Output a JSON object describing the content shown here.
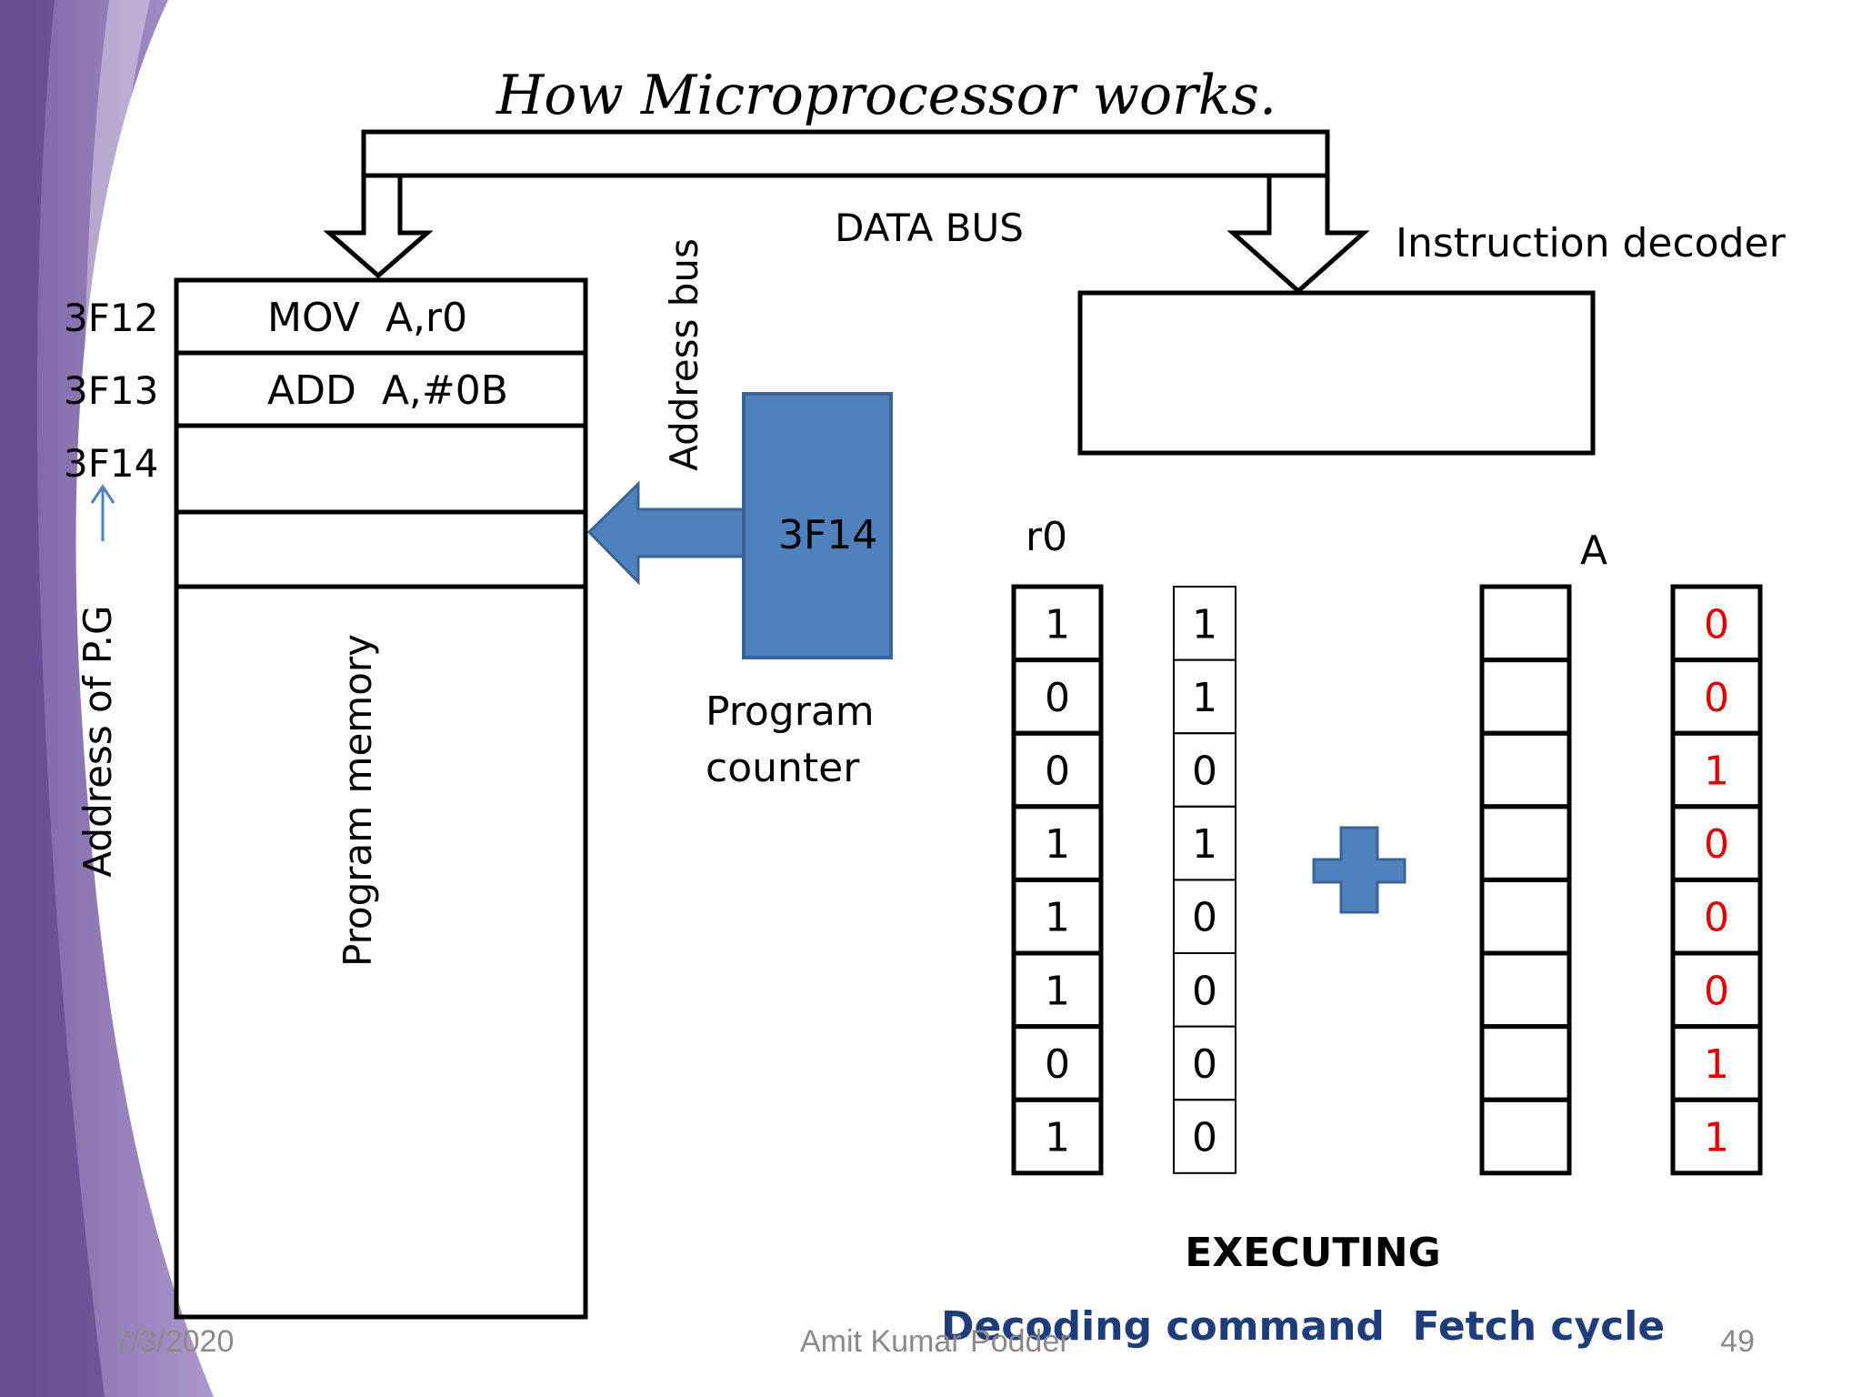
{
  "title": "How Microprocessor works.",
  "labels": {
    "data_bus": "DATA BUS",
    "instruction_decoder": "Instruction decoder",
    "address_bus": "Address bus",
    "program_memory": "Program memory",
    "address_of_pg": "Address of P.G",
    "program_counter_line1": "Program",
    "program_counter_line2": "counter",
    "r0": "r0",
    "a": "A",
    "executing": "EXECUTING"
  },
  "memory": {
    "rows": [
      {
        "address": "3F12",
        "instruction": "MOV  A,r0"
      },
      {
        "address": "3F13",
        "instruction": "ADD  A,#0B"
      },
      {
        "address": "3F14",
        "instruction": ""
      },
      {
        "address": "",
        "instruction": ""
      }
    ]
  },
  "program_counter": {
    "value": "3F14"
  },
  "registers": {
    "r0_bits": [
      "1",
      "0",
      "0",
      "1",
      "1",
      "1",
      "0",
      "1"
    ],
    "operand_bits": [
      "1",
      "1",
      "0",
      "1",
      "0",
      "0",
      "0",
      "0"
    ],
    "a_bits": [
      "",
      "",
      "",
      "",
      "",
      "",
      "",
      ""
    ],
    "result_bits": [
      "0",
      "0",
      "1",
      "0",
      "0",
      "0",
      "1",
      "1"
    ]
  },
  "status_text": "Decoding command  Fetch cycle",
  "footer": {
    "date": "7/3/2020",
    "author": "Amit Kumar Podder",
    "page": "49"
  },
  "colors": {
    "accent_blue": "#4f81bd",
    "dark_blue": "#1f3d7a",
    "result_red": "#e00000",
    "purple": "#7b5ea7"
  }
}
